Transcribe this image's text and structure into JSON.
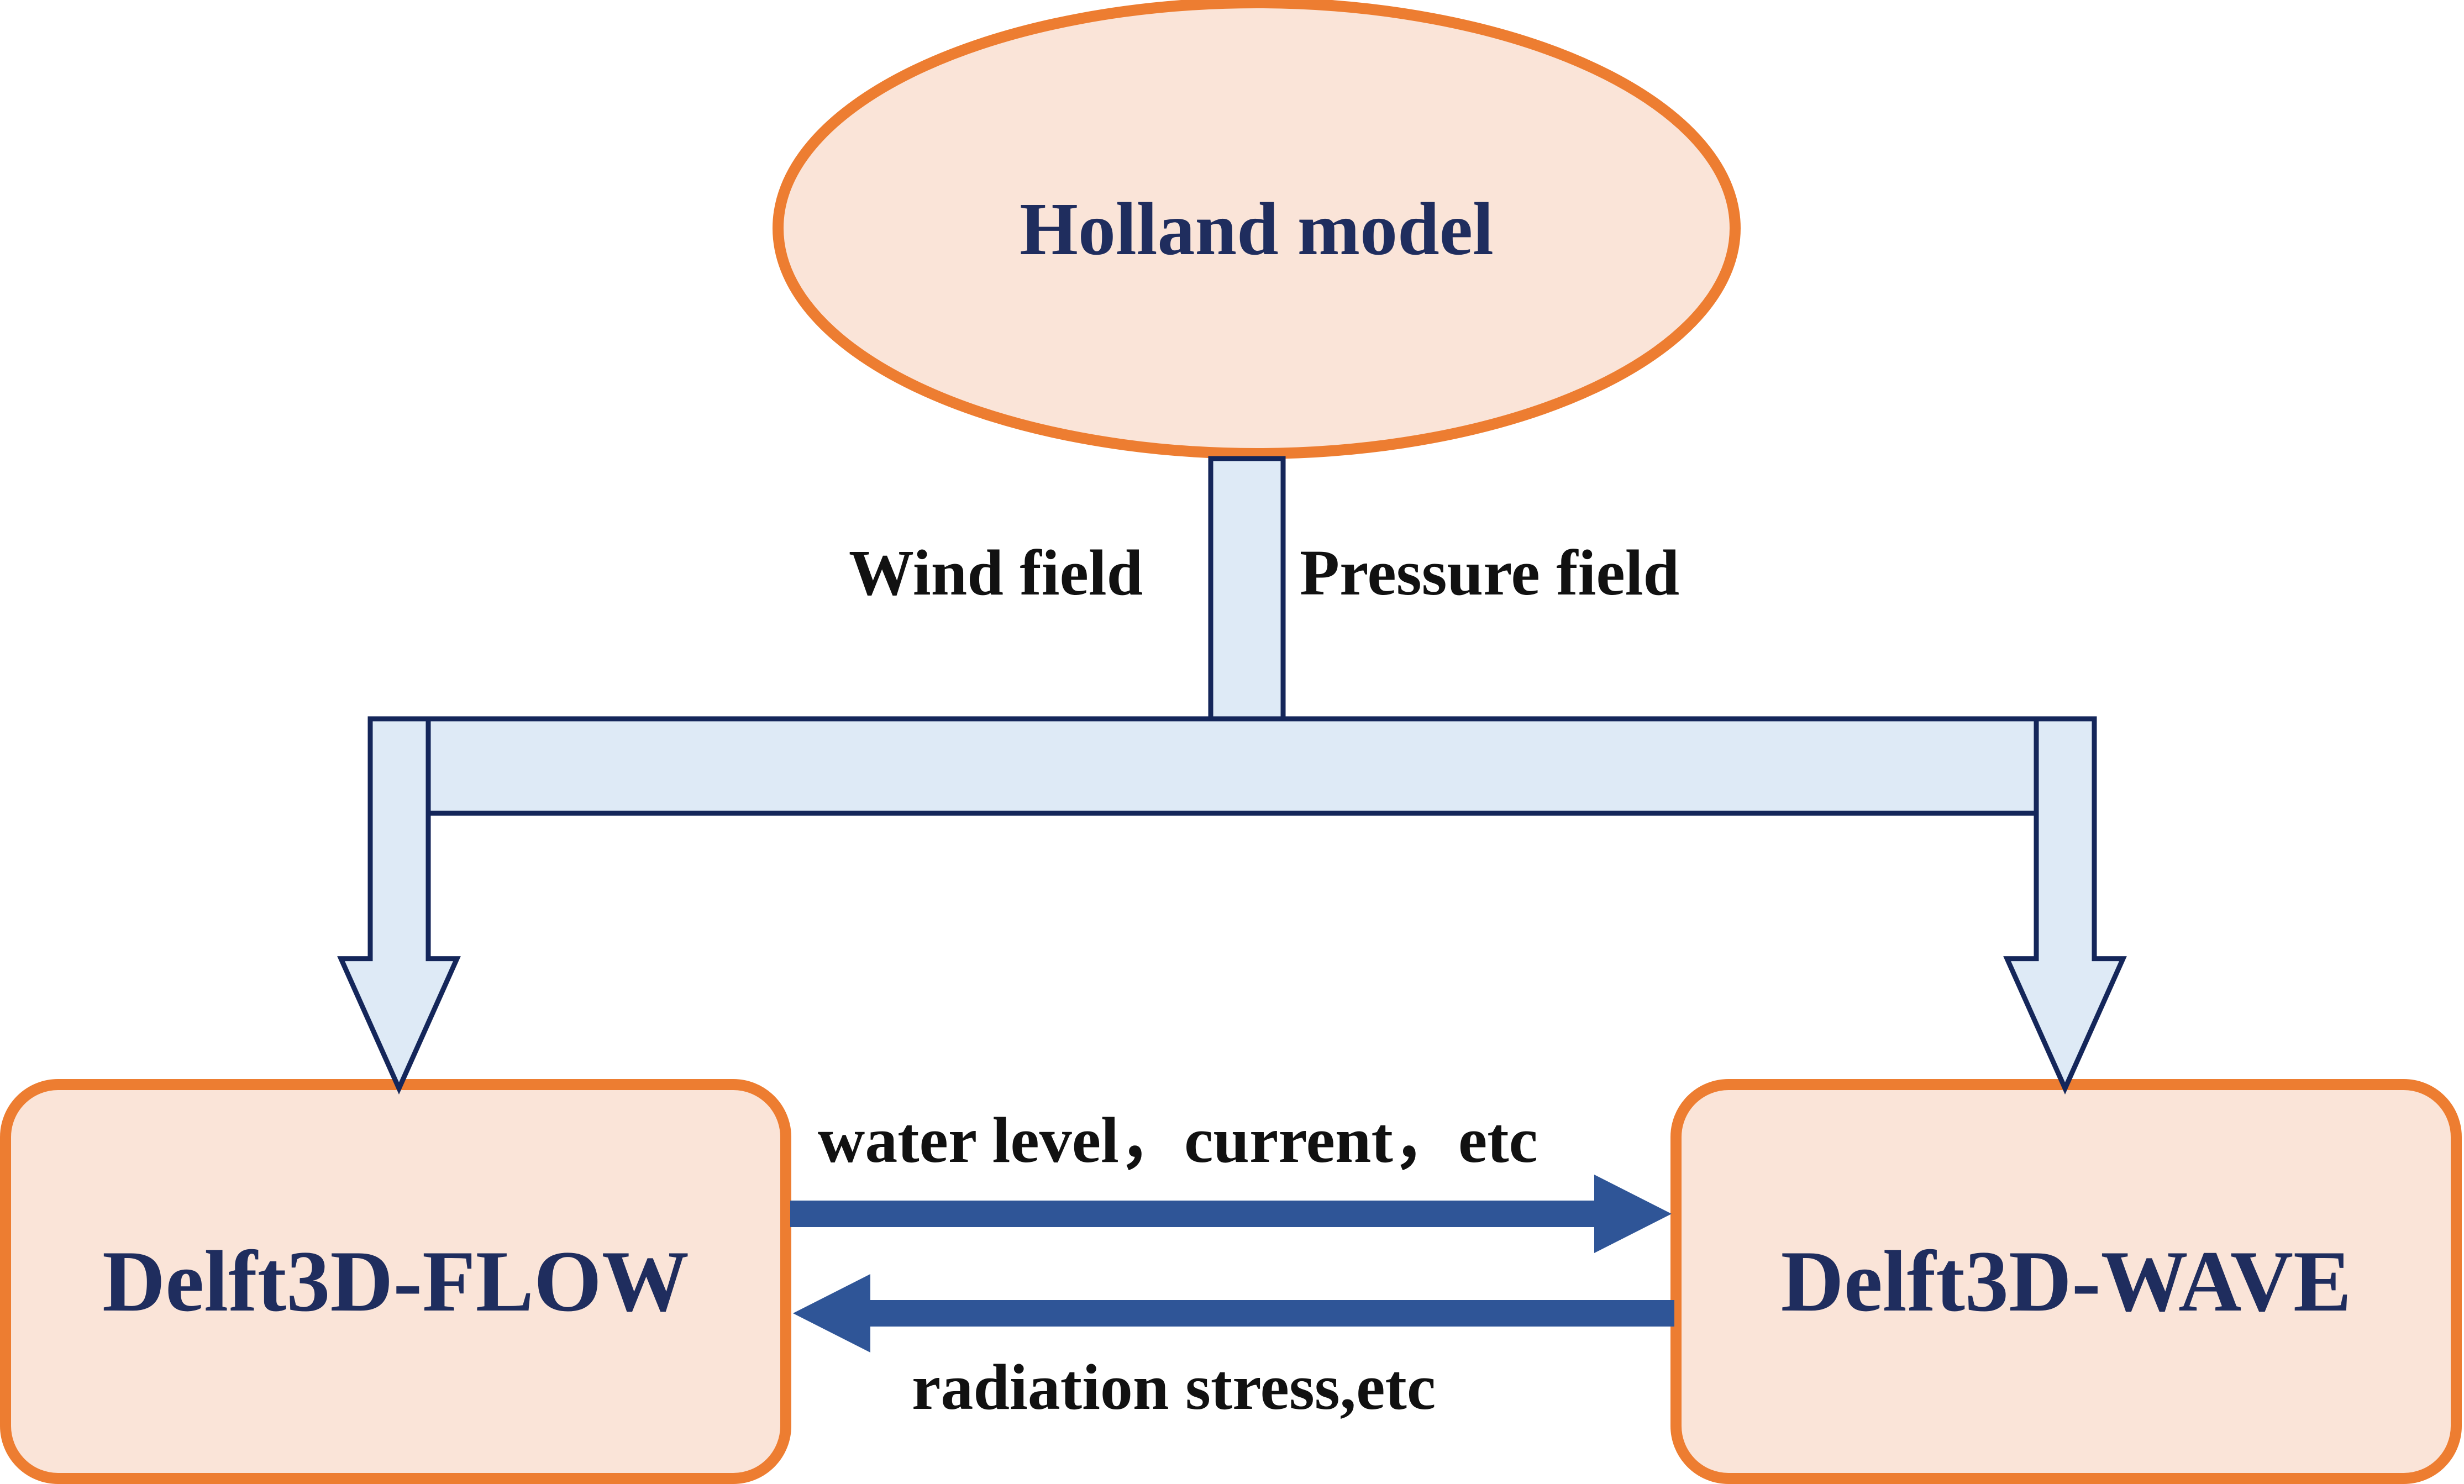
{
  "nodes": {
    "holland": {
      "label": "Holland model"
    },
    "flow": {
      "label": "Delft3D-FLOW"
    },
    "wave": {
      "label": "Delft3D-WAVE"
    }
  },
  "edges": {
    "wind": {
      "label": "Wind field"
    },
    "pressure": {
      "label": "Pressure field"
    },
    "flow_to_wave": {
      "label": "water level，current，etc"
    },
    "wave_to_flow": {
      "label": "radiation stress,etc"
    }
  },
  "colors": {
    "node_fill": "#fae4d8",
    "node_stroke": "#ed7d31",
    "pipe_fill": "#deeaf6",
    "pipe_stroke": "#14265a",
    "arrow_fill": "#2f5597",
    "title_text": "#1f2d5e"
  }
}
